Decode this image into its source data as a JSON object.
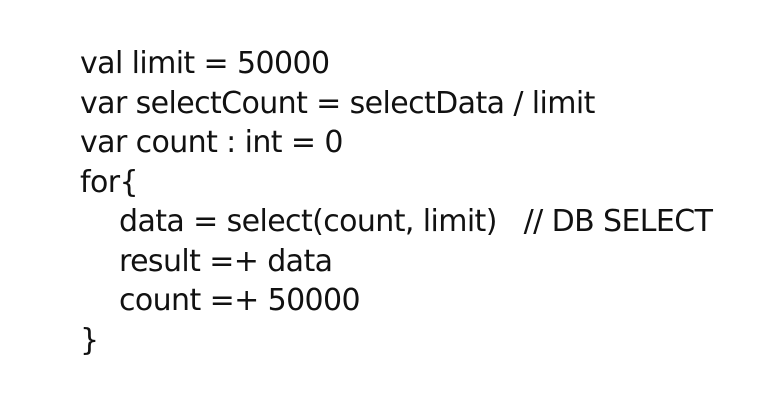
{
  "code": {
    "lines": [
      "val limit = 50000",
      "var selectCount = selectData / limit",
      "var count : int = 0",
      "for{",
      "data = select(count, limit)   // DB SELECT",
      "result =+ data",
      "count =+ 50000",
      "}"
    ]
  }
}
